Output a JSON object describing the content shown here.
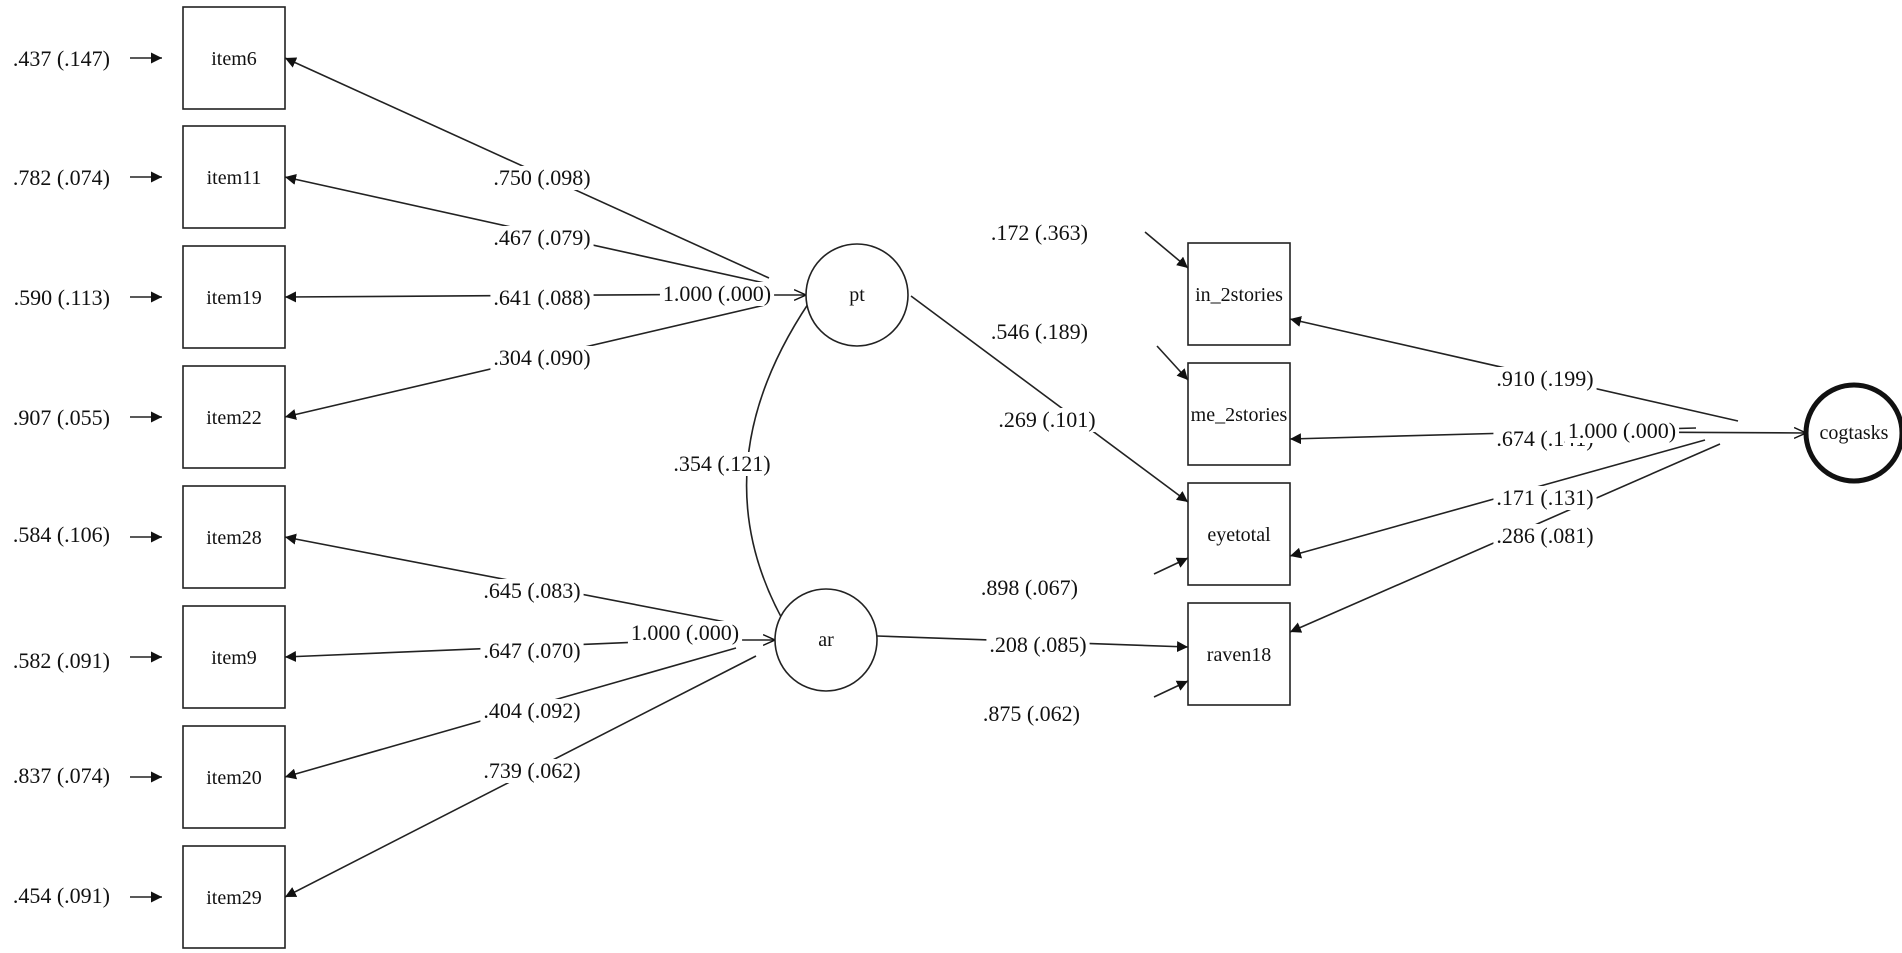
{
  "diagram": {
    "observed": [
      {
        "id": "item6",
        "label": "item6"
      },
      {
        "id": "item11",
        "label": "item11"
      },
      {
        "id": "item19",
        "label": "item19"
      },
      {
        "id": "item22",
        "label": "item22"
      },
      {
        "id": "item28",
        "label": "item28"
      },
      {
        "id": "item9",
        "label": "item9"
      },
      {
        "id": "item20",
        "label": "item20"
      },
      {
        "id": "item29",
        "label": "item29"
      },
      {
        "id": "in_2stories",
        "label": "in_2stories"
      },
      {
        "id": "me_2stories",
        "label": "me_2stories"
      },
      {
        "id": "eyetotal",
        "label": "eyetotal"
      },
      {
        "id": "raven18",
        "label": "raven18"
      }
    ],
    "latent": [
      {
        "id": "pt",
        "label": "pt"
      },
      {
        "id": "ar",
        "label": "ar"
      },
      {
        "id": "cogtasks",
        "label": "cogtasks"
      }
    ],
    "error_variances": [
      {
        "target": "item6",
        "label": ".437 (.147)"
      },
      {
        "target": "item11",
        "label": ".782 (.074)"
      },
      {
        "target": "item19",
        "label": ".590 (.113)"
      },
      {
        "target": "item22",
        "label": ".907 (.055)"
      },
      {
        "target": "item28",
        "label": ".584 (.106)"
      },
      {
        "target": "item9",
        "label": ".582 (.091)"
      },
      {
        "target": "item20",
        "label": ".837 (.074)"
      },
      {
        "target": "item29",
        "label": ".454 (.091)"
      },
      {
        "target": "in_2stories",
        "label": ".172 (.363)"
      },
      {
        "target": "me_2stories",
        "label": ".546 (.189)"
      },
      {
        "target": "eyetotal",
        "label": ".898 (.067)"
      },
      {
        "target": "raven18",
        "label": ".875 (.062)"
      }
    ],
    "paths": [
      {
        "from": "pt",
        "to": "item6",
        "label": ".750 (.098)"
      },
      {
        "from": "pt",
        "to": "item11",
        "label": ".467 (.079)"
      },
      {
        "from": "pt",
        "to": "item19",
        "label": ".641 (.088)"
      },
      {
        "from": "pt",
        "to": "item22",
        "label": ".304 (.090)"
      },
      {
        "from": "ar",
        "to": "item28",
        "label": ".645 (.083)"
      },
      {
        "from": "ar",
        "to": "item9",
        "label": ".647 (.070)"
      },
      {
        "from": "ar",
        "to": "item20",
        "label": ".404 (.092)"
      },
      {
        "from": "ar",
        "to": "item29",
        "label": ".739 (.062)"
      },
      {
        "from": "pt",
        "to": "eyetotal",
        "label": ".269 (.101)"
      },
      {
        "from": "ar",
        "to": "raven18",
        "label": ".208 (.085)"
      },
      {
        "from": "cogtasks",
        "to": "in_2stories",
        "label": ".910 (.199)"
      },
      {
        "from": "cogtasks",
        "to": "me_2stories",
        "label": ".674 (.141)"
      },
      {
        "from": "cogtasks",
        "to": "eyetotal",
        "label": ".171 (.131)"
      },
      {
        "from": "cogtasks",
        "to": "raven18",
        "label": ".286 (.081)"
      }
    ],
    "latent_variances": [
      {
        "target": "pt",
        "label": "1.000 (.000)"
      },
      {
        "target": "ar",
        "label": "1.000 (.000)"
      },
      {
        "target": "cogtasks",
        "label": "1.000 (.000)"
      }
    ],
    "covariances": [
      {
        "a": "pt",
        "b": "ar",
        "label": ".354 (.121)"
      }
    ]
  }
}
